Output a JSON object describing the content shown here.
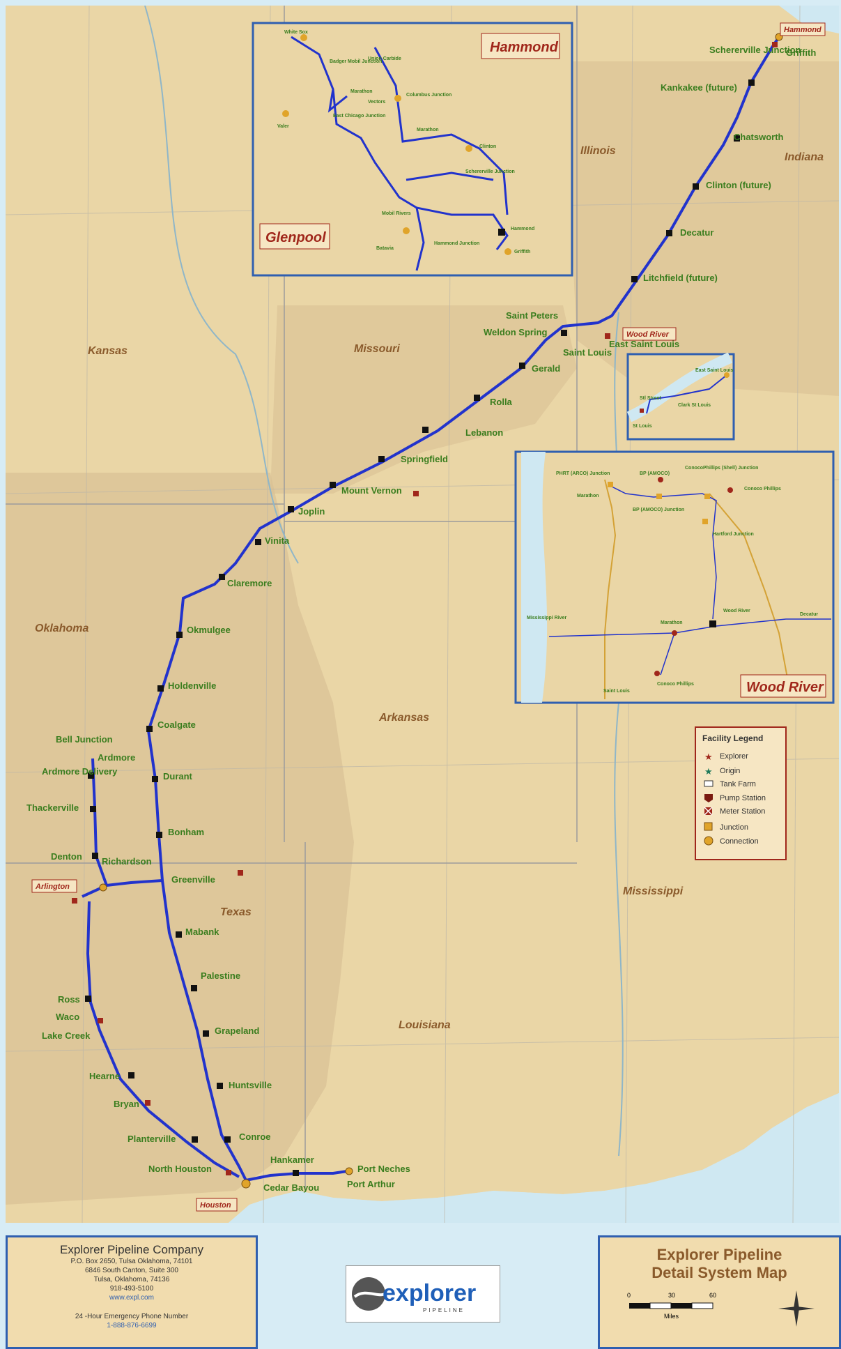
{
  "colors": {
    "pipeline": "#2233cc",
    "accent_red": "#a0271b",
    "label_green": "#3a7d1e",
    "land": "#ead6a6",
    "water": "#cfe8f2",
    "border": "#2f5fb0"
  },
  "states": [
    "Kansas",
    "Missouri",
    "Illinois",
    "Indiana",
    "Oklahoma",
    "Arkansas",
    "Texas",
    "Mississippi",
    "Louisiana"
  ],
  "cities": {
    "schererville": "Schererville Junction",
    "griffith": "Griffith",
    "kankakee": "Kankakee (future)",
    "chatsworth": "Chatsworth",
    "clinton": "Clinton (future)",
    "decatur": "Decatur",
    "litchfield": "Litchfield (future)",
    "saint_peters": "Saint Peters",
    "weldon_spring": "Weldon Spring",
    "saint_louis": "Saint Louis",
    "east_saint_louis": "East Saint Louis",
    "gerald": "Gerald",
    "rolla": "Rolla",
    "lebanon": "Lebanon",
    "springfield": "Springfield",
    "mount_vernon": "Mount Vernon",
    "joplin": "Joplin",
    "vinita": "Vinita",
    "claremore": "Claremore",
    "okmulgee": "Okmulgee",
    "holdenville": "Holdenville",
    "coalgate": "Coalgate",
    "durant": "Durant",
    "bonham": "Bonham",
    "greenville": "Greenville",
    "ardmore": "Ardmore",
    "ardmore_delivery": "Ardmore Delivery",
    "bell_junction": "Bell Junction",
    "thackerville": "Thackerville",
    "denton": "Denton",
    "richardson": "Richardson",
    "mabank": "Mabank",
    "palestine": "Palestine",
    "grapeland": "Grapeland",
    "huntsville": "Huntsville",
    "conroe": "Conroe",
    "hankamer": "Hankamer",
    "port_neches": "Port Neches",
    "port_arthur": "Port Arthur",
    "cedar_bayou": "Cedar Bayou",
    "north_houston": "North Houston",
    "planterville": "Planterville",
    "bryan": "Bryan",
    "hearne": "Hearne",
    "lake_creek": "Lake Creek",
    "waco": "Waco",
    "ross": "Ross"
  },
  "tags": {
    "hammond": "Hammond",
    "wood_river": "Wood River",
    "arlington": "Arlington",
    "houston": "Houston"
  },
  "insets": {
    "hammond": {
      "title": "Hammond",
      "subtitle": "Glenpool",
      "labels": [
        "White Sox",
        "Badger Mobil Junction",
        "Marathon",
        "Vectors",
        "East Chicago Junction",
        "Union Carbide",
        "Columbus Junction",
        "Clinton",
        "Hammond",
        "Griffith",
        "Valer",
        "Marathon",
        "Schererville Junction",
        "Mobil Rivers",
        "Hammond Junction",
        "Batavia"
      ]
    },
    "east_stl": {
      "labels": [
        "East Saint Louis",
        "Stl Street",
        "Clark St Louis",
        "St Louis"
      ]
    },
    "wood_river": {
      "title": "Wood River",
      "labels": [
        "PHRT (ARCO) Junction",
        "BP (AMOCO)",
        "ConocoPhillips (Shell) Junction",
        "Conoco Phillips",
        "Marathon",
        "BP (AMOCO) Junction",
        "Hartford Junction",
        "Wood River",
        "Marathon",
        "Decatur",
        "Saint Louis",
        "Conoco Phillips",
        "Mississippi River"
      ]
    }
  },
  "legend": {
    "title": "Facility Legend",
    "items": [
      {
        "name": "Explorer",
        "symbol": "star-red"
      },
      {
        "name": "Origin",
        "symbol": "star-green"
      },
      {
        "name": "Tank Farm",
        "symbol": "tank"
      },
      {
        "name": "Pump Station",
        "symbol": "pump"
      },
      {
        "name": "Meter Station",
        "symbol": "meter"
      },
      {
        "name": "Junction",
        "symbol": "square-orange"
      },
      {
        "name": "Connection",
        "symbol": "circle-orange"
      }
    ]
  },
  "company": {
    "name": "Explorer Pipeline Company",
    "address_lines": [
      "P.O. Box 2650, Tulsa Oklahoma, 74101",
      "6846 South Canton, Suite 300",
      "Tulsa, Oklahoma, 74136",
      "918-493-5100"
    ],
    "website": "www.expl.com",
    "emergency_label": "24 -Hour Emergency Phone Number",
    "emergency_phone": "1-888-876-6699"
  },
  "logo": {
    "brand": "explorer",
    "sub": "PIPELINE"
  },
  "map_title": {
    "line1": "Explorer Pipeline",
    "line2": "Detail System Map",
    "scale_labels": [
      "0",
      "30",
      "60"
    ],
    "scale_unit": "Miles"
  }
}
